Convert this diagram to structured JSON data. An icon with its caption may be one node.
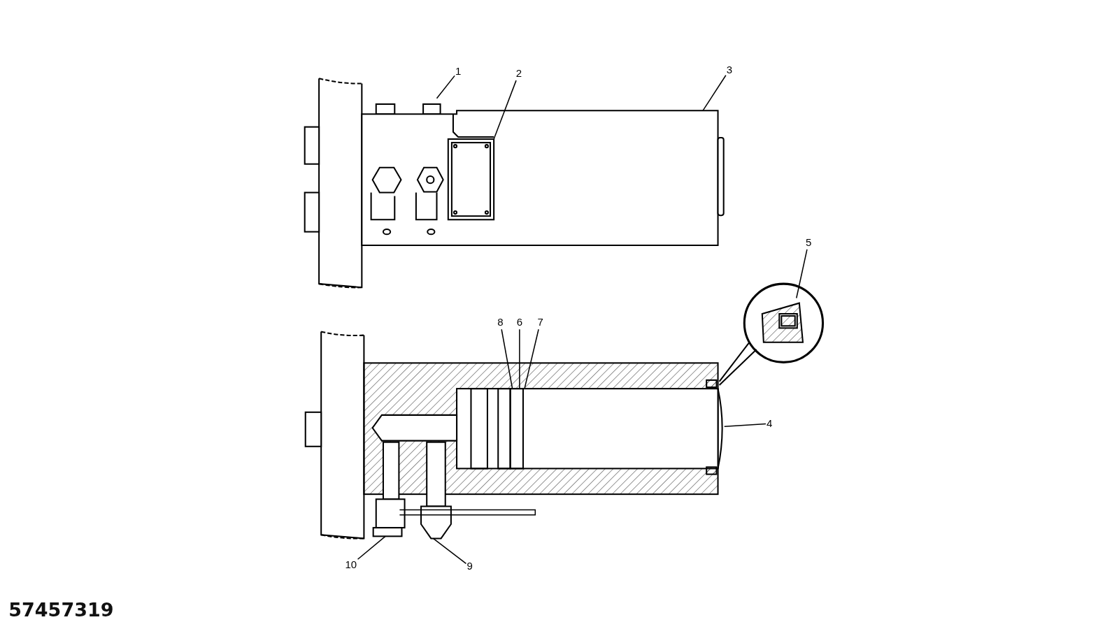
{
  "diagram": {
    "nodes": [
      {
        "text": [
          "1"
        ]
      },
      {
        "text": [
          "2"
        ]
      },
      {
        "text": [
          "3"
        ]
      },
      {
        "text": [
          "5"
        ]
      },
      {
        "text": [
          "8"
        ]
      },
      {
        "text": [
          "6"
        ]
      },
      {
        "text": [
          "7"
        ]
      },
      {
        "text": [
          "4"
        ]
      },
      {
        "text": [
          "10"
        ]
      },
      {
        "text": [
          "9"
        ]
      }
    ],
    "edges": [
      {
        "from": 0,
        "to": null,
        "arrow": "none"
      },
      {
        "from": 1,
        "to": null,
        "arrow": "none"
      },
      {
        "from": 2,
        "to": null,
        "arrow": "none"
      },
      {
        "from": 3,
        "to": null,
        "arrow": "none"
      },
      {
        "from": 4,
        "to": null,
        "arrow": "none"
      },
      {
        "from": 5,
        "to": null,
        "arrow": "none"
      },
      {
        "from": 6,
        "to": null,
        "arrow": "none"
      },
      {
        "from": 7,
        "to": null,
        "arrow": "none"
      },
      {
        "from": 8,
        "to": null,
        "arrow": "none"
      },
      {
        "from": 9,
        "to": null,
        "arrow": "none"
      }
    ],
    "labels": [
      "57457319"
    ]
  }
}
